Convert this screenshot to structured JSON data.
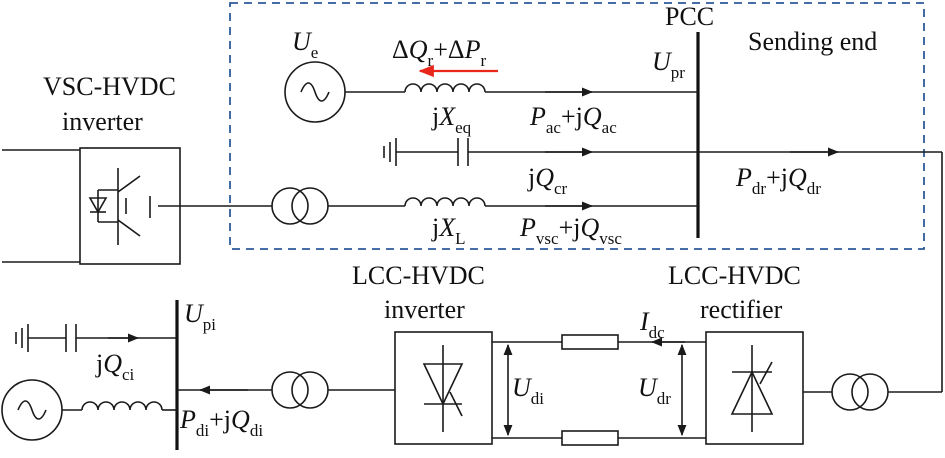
{
  "labels": {
    "pcc": "PCC",
    "sending_end": "Sending end",
    "vsc_inverter_line1": "VSC-HVDC",
    "vsc_inverter_line2": "inverter",
    "lcc_inverter_line1": "LCC-HVDC",
    "lcc_inverter_line2": "inverter",
    "lcc_rectifier_line1": "LCC-HVDC",
    "lcc_rectifier_line2": "rectifier"
  },
  "symbols": {
    "U": "U",
    "P": "P",
    "Q": "Q",
    "X": "X",
    "I": "I",
    "delta": "Δ",
    "plus": "+",
    "j": "j",
    "sub_e": "e",
    "sub_r": "r",
    "sub_pr": "pr",
    "sub_eq": "eq",
    "sub_ac": "ac",
    "sub_cr": "cr",
    "sub_L": "L",
    "sub_vsc": "vsc",
    "sub_dr": "dr",
    "sub_dc": "dc",
    "sub_pi": "pi",
    "sub_ci": "ci",
    "sub_di": "di"
  },
  "colors": {
    "line": "#1a1a1a",
    "boundary": "#2d5a99",
    "power_flow_arrow": "#e8261c"
  }
}
